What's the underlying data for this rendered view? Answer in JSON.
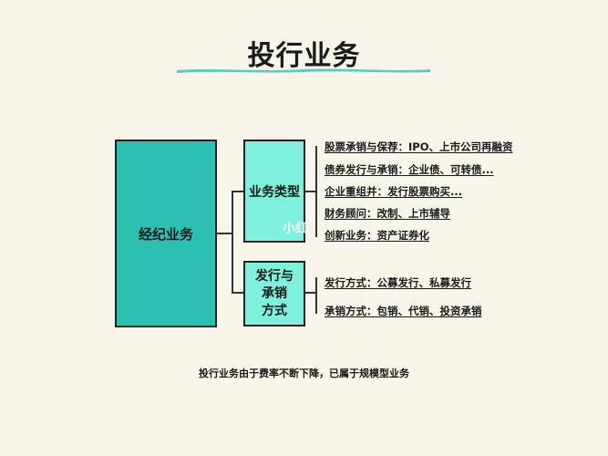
{
  "title": "投行业务",
  "colors": {
    "teal_dark": "#2cc0b2",
    "teal_light": "#7ef0dc",
    "background": "#f8f5ea"
  },
  "nodes": {
    "root": "经纪业务",
    "business_types": "业务类型",
    "issue_lines": [
      "发行与",
      "承销",
      "方式"
    ]
  },
  "business_types_items": [
    "股票承销与保荐：IPO、上市公司再融资",
    "债券发行与承销：企业债、可转债...",
    "企业重组并：发行股票购买...",
    "财务顾问：改制、上市辅导",
    "创新业务：资产证券化"
  ],
  "issue_items": [
    "发行方式：公募发行、私募发行",
    "承销方式：包销、代销、投资承销"
  ],
  "watermark": "小红",
  "footer": "投行业务由于费率不断下降，已属于规模型业务"
}
